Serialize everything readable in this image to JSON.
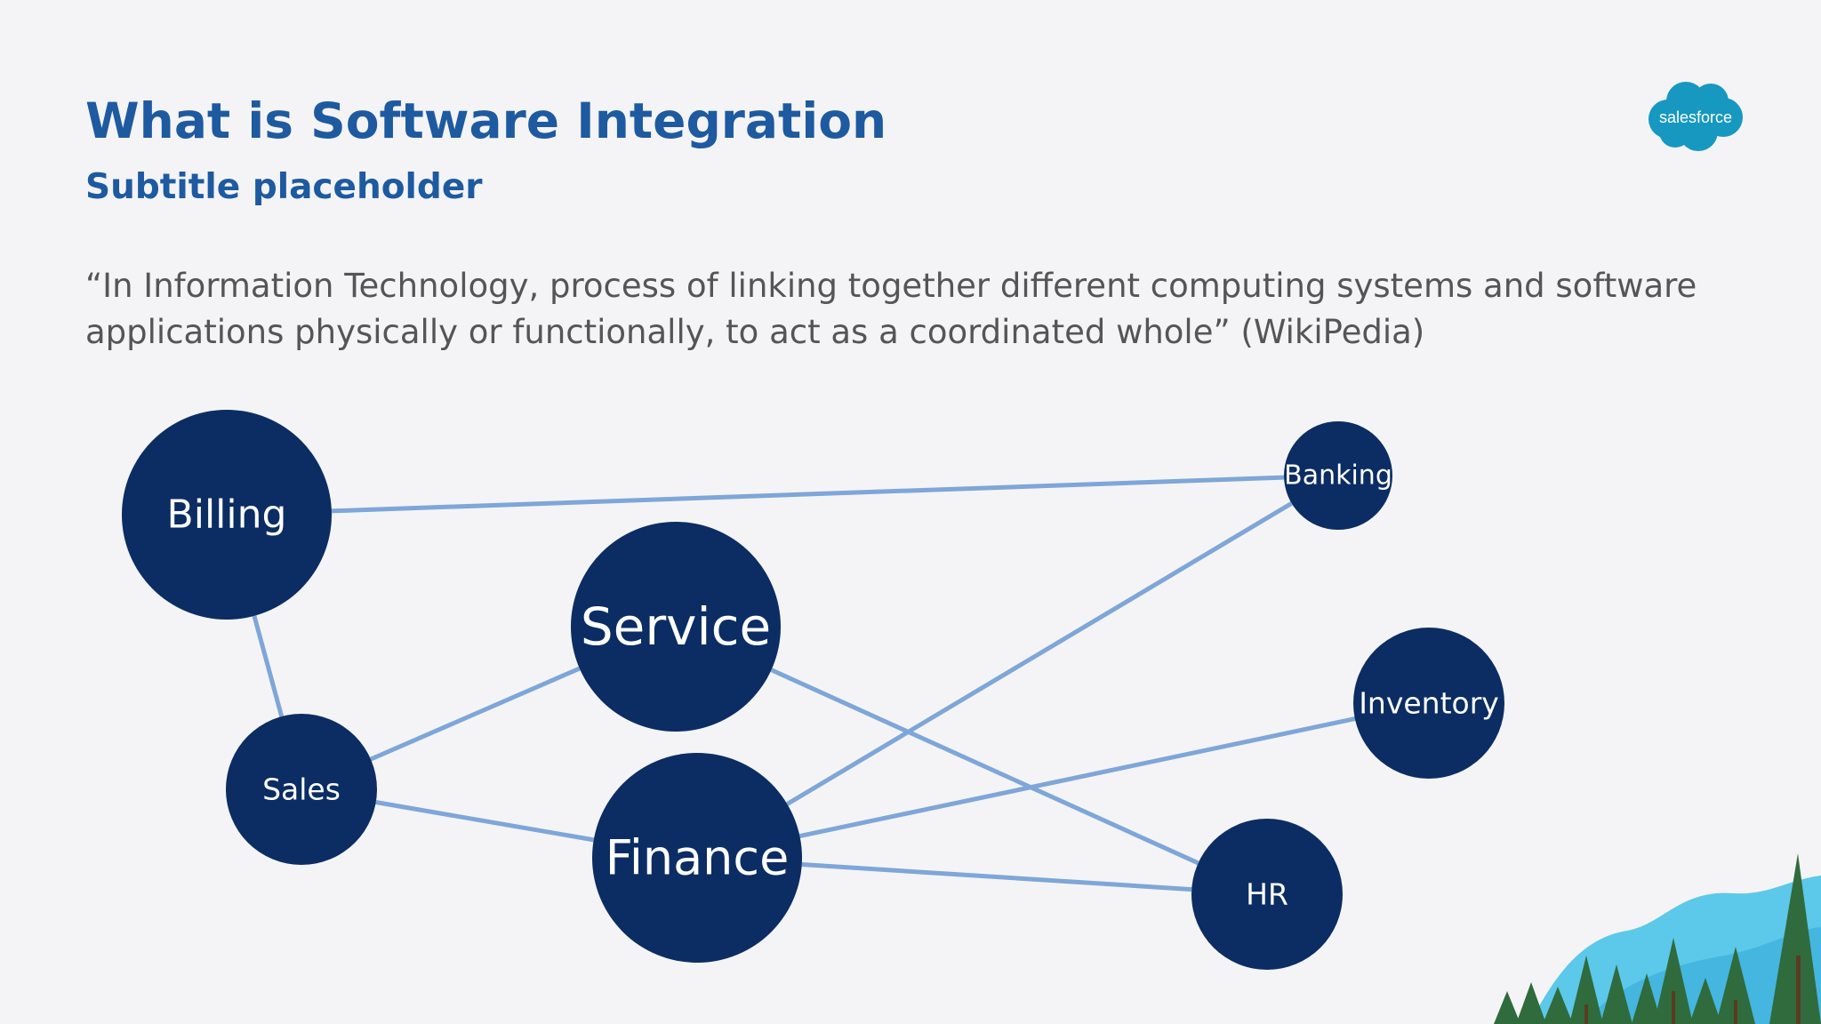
{
  "slide": {
    "title": "What is Software Integration",
    "subtitle": "Subtitle placeholder",
    "quote_line1": "“In Information Technology, process of linking together different computing systems and software",
    "quote_line2": "applications physically or functionally, to act as a coordinated whole” (WikiPedia)"
  },
  "logo": {
    "text": "salesforce",
    "color": "#1798c1"
  },
  "diagram": {
    "node_color": "#0b2d63",
    "edge_color": "#7ea6d8",
    "nodes": [
      {
        "id": "billing",
        "label": "Billing"
      },
      {
        "id": "banking",
        "label": "Banking"
      },
      {
        "id": "service",
        "label": "Service"
      },
      {
        "id": "inventory",
        "label": "Inventory"
      },
      {
        "id": "sales",
        "label": "Sales"
      },
      {
        "id": "finance",
        "label": "Finance"
      },
      {
        "id": "hr",
        "label": "HR"
      }
    ],
    "edges": [
      [
        "billing",
        "banking"
      ],
      [
        "billing",
        "sales"
      ],
      [
        "sales",
        "service"
      ],
      [
        "sales",
        "finance"
      ],
      [
        "service",
        "hr"
      ],
      [
        "finance",
        "banking"
      ],
      [
        "finance",
        "inventory"
      ],
      [
        "finance",
        "hr"
      ]
    ]
  }
}
